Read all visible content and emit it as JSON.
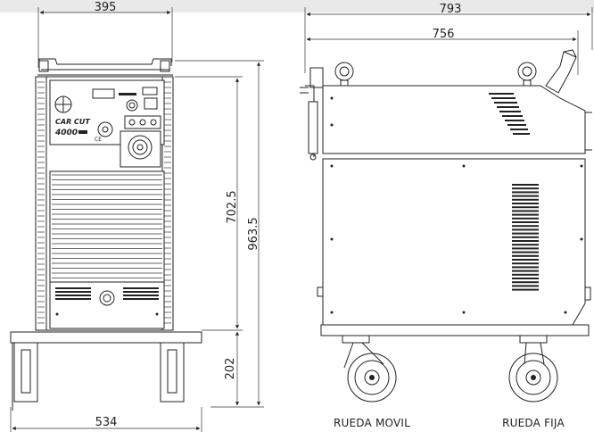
{
  "dimensions": {
    "width_top_front": "395",
    "width_bottom_front": "534",
    "height_body": "702.5",
    "height_total": "963.5",
    "height_trolley": "202",
    "depth_total": "793",
    "depth_body": "756"
  },
  "front_panel": {
    "logo_line1": "CAR CUT",
    "logo_line2": "4000"
  },
  "captions": {
    "left_wheel": "RUEDA MOVIL",
    "right_wheel": "RUEDA FIJA"
  },
  "colors": {
    "line": "#222222",
    "background_strip": "#e9e9e9"
  }
}
